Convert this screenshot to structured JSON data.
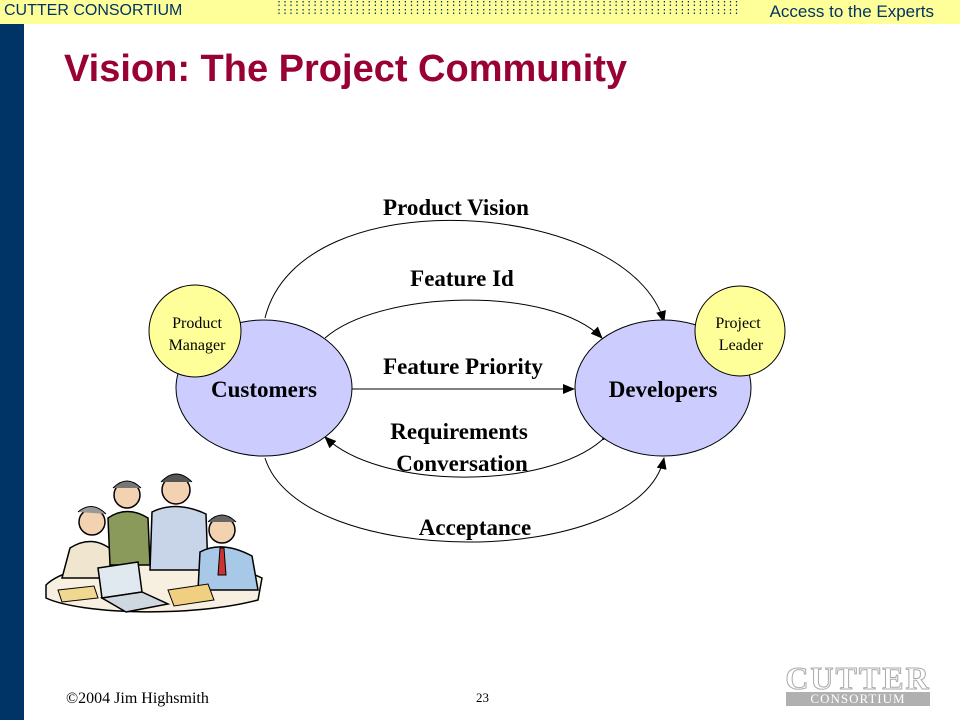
{
  "header": {
    "brand": "CUTTER CONSORTIUM",
    "tagline": "Access to the Experts"
  },
  "slide": {
    "title": "Vision: The Project Community"
  },
  "diagram": {
    "nodes": {
      "customers": "Customers",
      "developers": "Developers",
      "product_manager": [
        "Product",
        "Manager"
      ],
      "project_leader": [
        "Project",
        "Leader"
      ]
    },
    "flows": {
      "product_vision": "Product Vision",
      "feature_id": "Feature Id",
      "feature_priority": "Feature Priority",
      "requirements_conversation": [
        "Requirements",
        "Conversation"
      ],
      "acceptance": "Acceptance"
    },
    "colors": {
      "ellipse_fill": "#ccccff",
      "circle_fill": "#ffff99"
    }
  },
  "footer": {
    "copyright": "©2004 Jim Highsmith",
    "page_number": "23",
    "logo_big": "CUTTER",
    "logo_small": "CONSORTIUM"
  }
}
